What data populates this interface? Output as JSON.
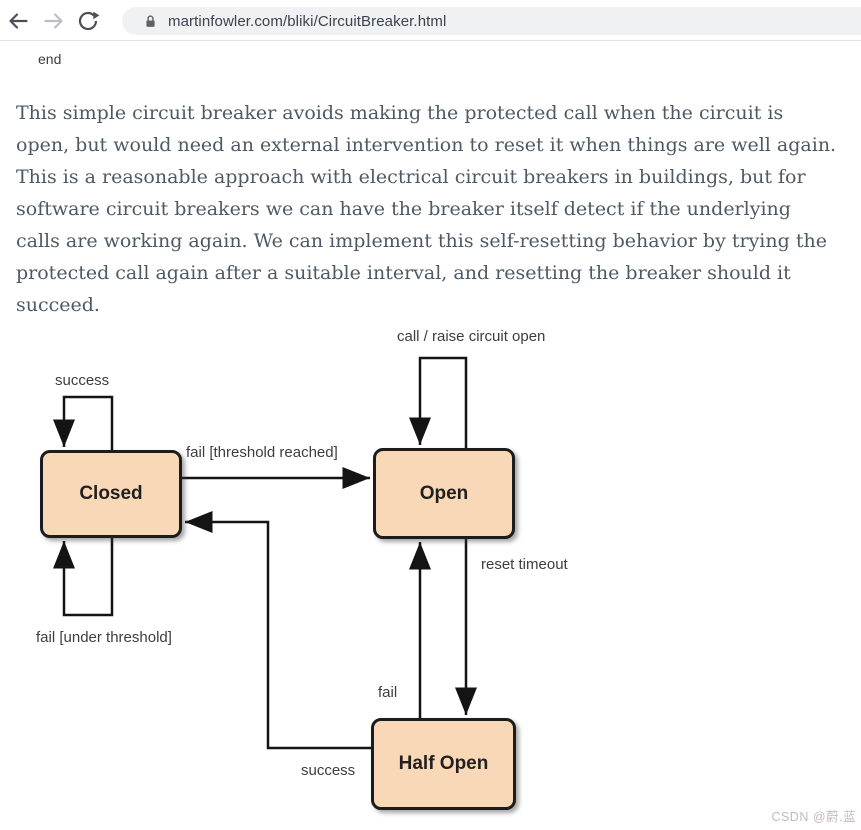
{
  "browser": {
    "url": "martinfowler.com/bliki/CircuitBreaker.html",
    "icons": {
      "back": "back-arrow",
      "forward": "forward-arrow",
      "refresh": "refresh-circular-arrow",
      "lock": "https-padlock"
    }
  },
  "article": {
    "end_marker": "end",
    "paragraph": "This simple circuit breaker avoids making the protected call when the circuit is open, but would need an external intervention to reset it when things are well again. This is a reasonable approach with electrical circuit breakers in buildings, but for software circuit breakers we can have the breaker itself detect if the underlying calls are working again. We can implement this self-resetting behavior by trying the protected call again after a suitable interval, and resetting the breaker should it succeed."
  },
  "diagram": {
    "type": "state-machine",
    "states": [
      {
        "id": "closed",
        "label": "Closed"
      },
      {
        "id": "open",
        "label": "Open"
      },
      {
        "id": "half_open",
        "label": "Half Open"
      }
    ],
    "transitions": {
      "closed_self_success": "success",
      "open_self_call": "call / raise circuit open",
      "closed_to_open": "fail [threshold reached]",
      "open_to_half_open": "reset timeout",
      "closed_self_fail": "fail [under threshold]",
      "half_open_to_open": "fail",
      "half_open_to_closed": "success"
    },
    "colors": {
      "state_fill": "#f9d8b7",
      "state_border": "#1c1c1c",
      "arrow": "#141414",
      "label_text": "#3d3d3d"
    }
  },
  "watermark": {
    "text": "CSDN @蔚.蓝",
    "color": "#c7b8b8"
  }
}
